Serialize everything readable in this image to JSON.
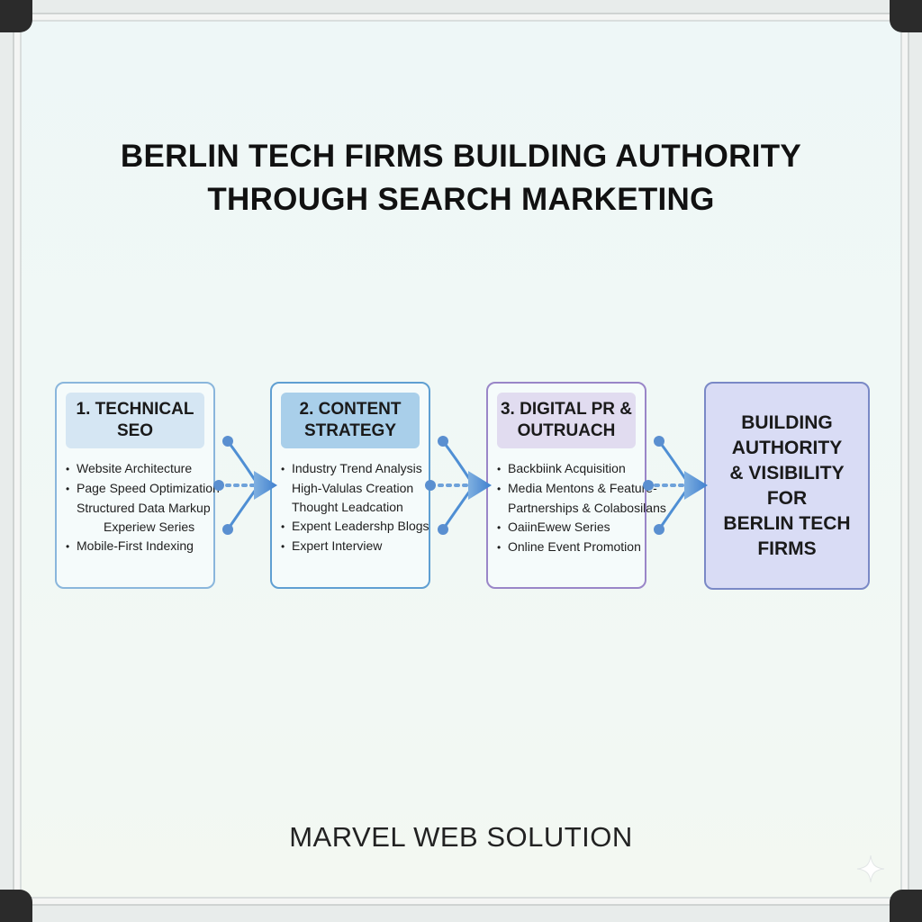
{
  "title": {
    "line1": "BERLIN TECH FIRMS BUILDING AUTHORITY",
    "line2": "THROUGH SEARCH MARKETING"
  },
  "stages": [
    {
      "heading": "1. TECHNICAL SEO",
      "items": [
        "Website Architecture",
        "Page Speed Optimization",
        "Structured Data Markup",
        "Experiew Series",
        "Mobile-First Indexing"
      ]
    },
    {
      "heading": "2. CONTENT STRATEGY",
      "items": [
        "Industry Trend Analysis",
        "High-Valulas Creation",
        "Thought Leadcation",
        "Expent Leadershp Blogs",
        "Expert Interview"
      ]
    },
    {
      "heading": "3. DIGITAL PR & OUTRUACH",
      "items": [
        "Backbiink Acquisition",
        "Media Mentons & Feature-",
        "Partnerships & Colabosilans",
        "OaiinEwew Series",
        "Online Event Promotion"
      ]
    }
  ],
  "goal": {
    "l1": "BUILDING",
    "l2": "AUTHORITY",
    "l3": "& VISIBILITY",
    "l4": "FOR",
    "l5": "BERLIN TECH",
    "l6": "FIRMS"
  },
  "brand": "MARVEL WEB SOLUTION",
  "colors": {
    "arrow": "#4f8fd4",
    "node": "#5a8fd0",
    "goal_fill": "#d9dcf5"
  },
  "icons": [
    "sparkle-icon"
  ]
}
